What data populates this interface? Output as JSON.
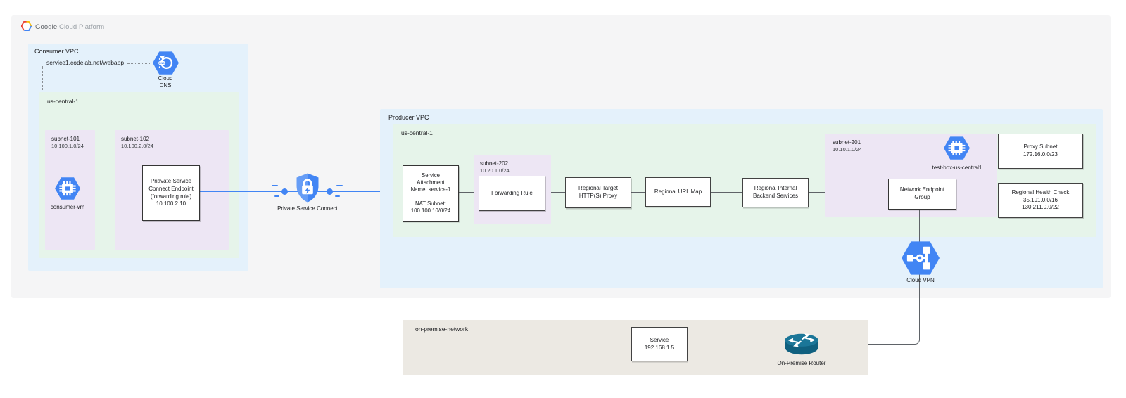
{
  "header": {
    "brand": {
      "primary": "Google",
      "secondary": "Cloud Platform"
    }
  },
  "consumer_vpc": {
    "label": "Consumer VPC",
    "dns_record": "service1.codelab.net/webapp",
    "cloud_dns": {
      "label_line1": "Cloud",
      "label_line2": "DNS"
    },
    "region": {
      "label": "us-central-1",
      "subnet_101": {
        "name": "subnet-101",
        "cidr": "10.100.1.0/24",
        "vm_label": "consumer-vm"
      },
      "subnet_102": {
        "name": "subnet-102",
        "cidr": "10.100.2.0/24",
        "endpoint_lines": [
          "Priavate Service",
          "Connect Endpoint",
          "(forwarding rule)",
          "10.100.2.10"
        ]
      }
    }
  },
  "private_service_connect": {
    "label": "Private Service Connect"
  },
  "producer_vpc": {
    "label": "Producer VPC",
    "region": {
      "label": "us-central-1",
      "service_attachment": {
        "lines_top": [
          "Service",
          "Attachment",
          "Name: service-1"
        ],
        "lines_bottom": [
          "NAT Subnet:",
          "100.100.10/0/24"
        ]
      },
      "subnet_202": {
        "name": "subnet-202",
        "cidr": "10.20.1.0/24",
        "forwarding_rule_label": "Forwarding Rule"
      },
      "target_proxy_lines": [
        "Regional Target",
        "HTTP(S) Proxy"
      ],
      "url_map_label": "Regional URL Map",
      "backend_lines": [
        "Regional Internal",
        "Backend Services"
      ],
      "subnet_201": {
        "name": "subnet-201",
        "cidr": "10.10.1.0/24",
        "vm_label": "test-box-us-central1",
        "neg_lines": [
          "Network Endpoint",
          "Group"
        ]
      },
      "proxy_subnet_lines": [
        "Proxy Subnet",
        "172.16.0.0/23"
      ],
      "health_check_lines": [
        "Regional Health Check",
        "35.191.0.0/16",
        "130.211.0.0/22"
      ]
    },
    "cloud_vpn_label": "Cloud VPN"
  },
  "on_premise": {
    "label": "on-premise-network",
    "service_lines": [
      "Service",
      "192.168.1.5"
    ],
    "router_label": "On-Premise Router"
  },
  "icons": {
    "gcp_logo": "hexagon-multicolor",
    "cloud_dns": "blue-hexagon-dns-refresh",
    "consumer_vm": "blue-hexagon-compute-chip",
    "test_box": "blue-hexagon-compute-chip",
    "private_service_connect": "blue-shield-lock-bolt",
    "cloud_vpn": "blue-hexagon-vpn",
    "router": "teal-cylinder-router-arrows"
  },
  "colors": {
    "panel_bg": "#F5F5F6",
    "vpc_fill": "#E4F1FB",
    "region_fill": "#E6F4EA",
    "subnet_fill": "#EDE6F4",
    "on_premise_fill": "#ECE9E3",
    "icon_blue": "#4285F4",
    "icon_blue_light": "#669DF6",
    "blue_connector": "#4285F4",
    "gray_connector": "#5F6368",
    "router_teal": "#1B7698"
  }
}
